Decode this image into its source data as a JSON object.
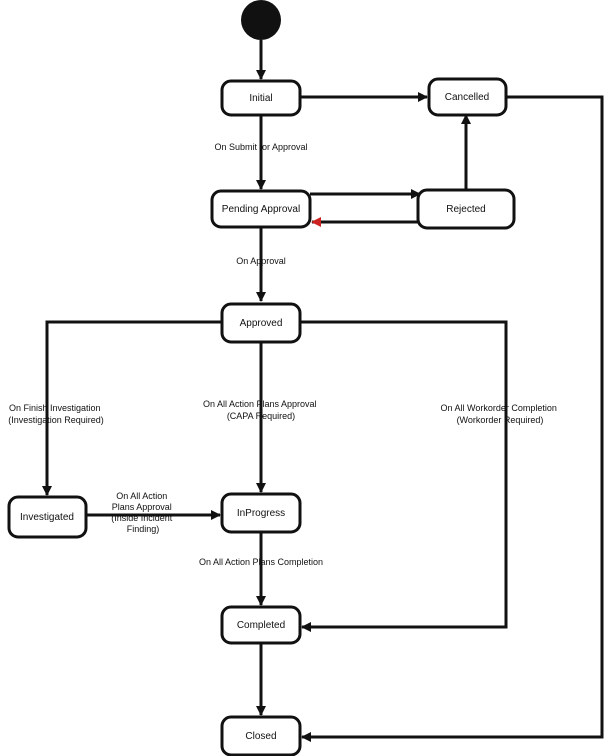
{
  "colors": {
    "line": "#111111",
    "highlight": "#cc2222",
    "box_fill": "#ffffff"
  },
  "states": {
    "initial": "Initial",
    "cancelled": "Cancelled",
    "pending": "Pending Approval",
    "rejected": "Rejected",
    "approved": "Approved",
    "investigated": "Investigated",
    "inprogress": "InProgress",
    "completed": "Completed",
    "closed": "Closed"
  },
  "transitions": {
    "submit": [
      "On Submit for Approval"
    ],
    "approval": [
      "On Approval"
    ],
    "finish_investigation": [
      "On Finish Investigation",
      "(Investigation Required)"
    ],
    "action_plans_approval": [
      "On All Action Plans Approval",
      "(CAPA Required)"
    ],
    "workorder_completion": [
      "On All Workorder Completion",
      "(Workorder Required)"
    ],
    "inside_incident": [
      "On All Action",
      "Plans Approval",
      "(Inside Incident",
      "Finding)"
    ],
    "action_plans_completion": [
      "On All Action Plans Completion"
    ]
  }
}
